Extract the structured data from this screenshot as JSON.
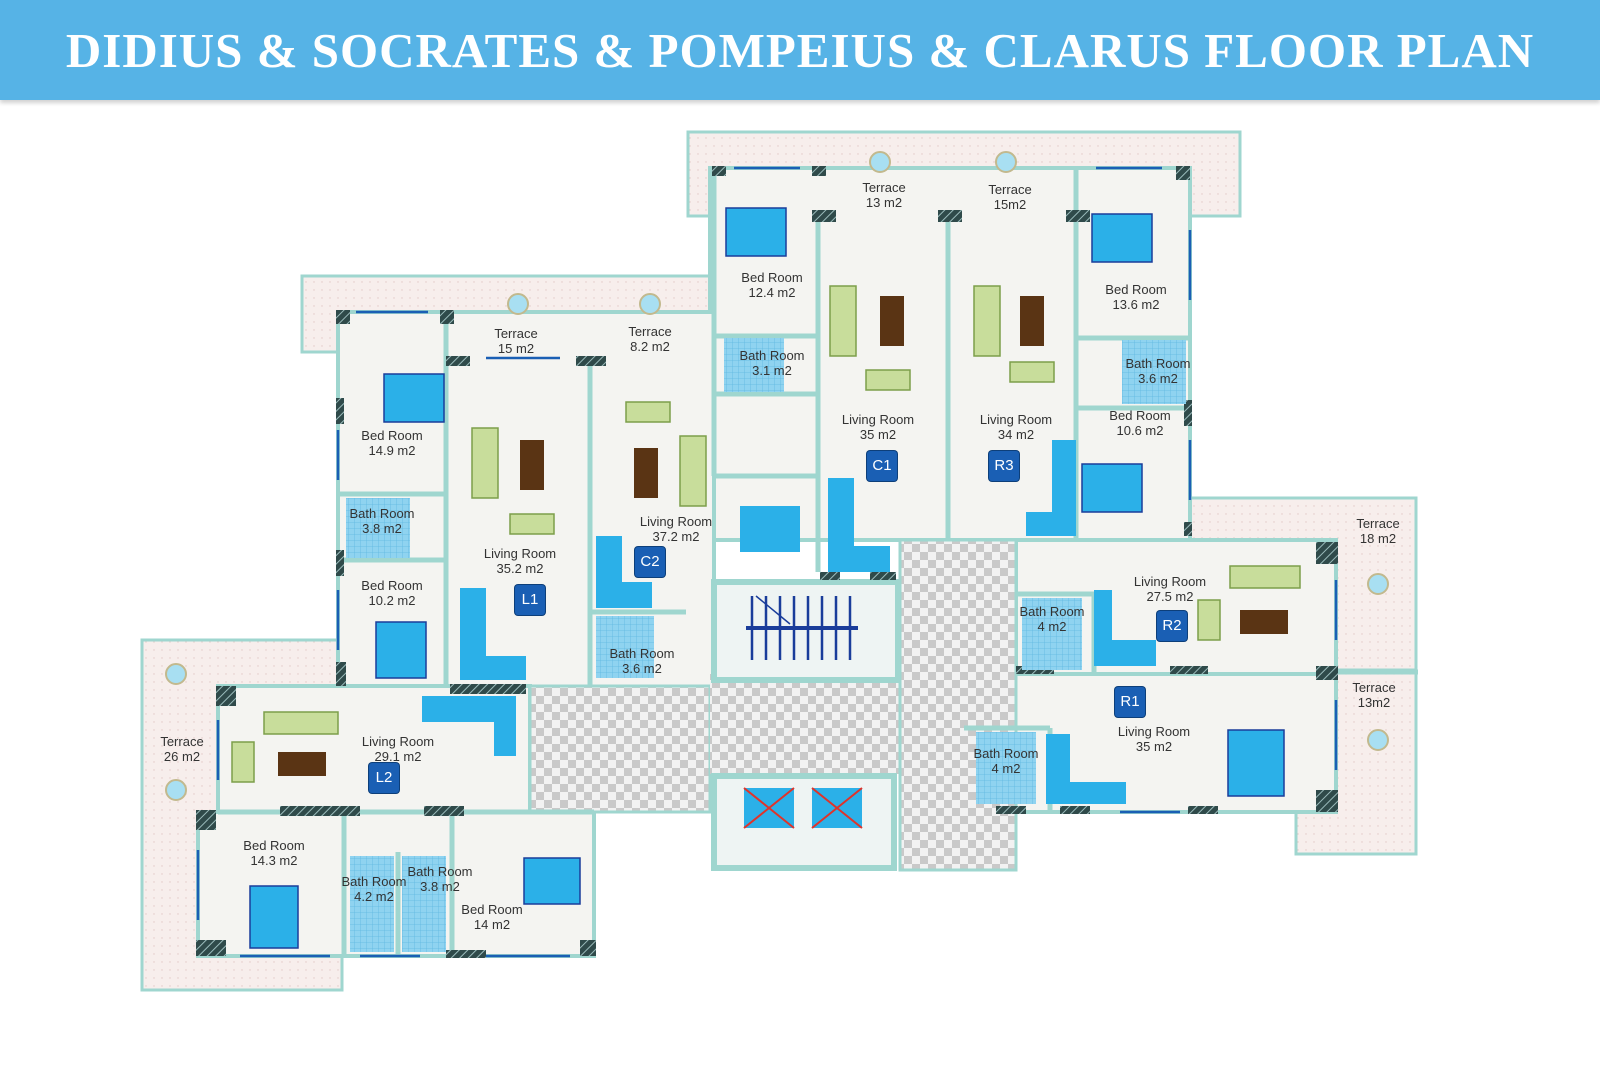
{
  "title": "DIDIUS & SOCRATES & POMPEIUS & CLARUS FLOOR PLAN",
  "colors": {
    "banner": "#56b3e6",
    "wall": "#9fd6cf",
    "terrace": "#f6ecea",
    "kitchen": "#2bb0e8",
    "unit_badge": "#1a5fb4"
  },
  "units": [
    {
      "id": "L1",
      "label": "L1"
    },
    {
      "id": "C2",
      "label": "C2"
    },
    {
      "id": "C1",
      "label": "C1"
    },
    {
      "id": "R3",
      "label": "R3"
    },
    {
      "id": "R2",
      "label": "R2"
    },
    {
      "id": "R1",
      "label": "R1"
    },
    {
      "id": "L2",
      "label": "L2"
    }
  ],
  "rooms": [
    {
      "name": "Terrace",
      "area": "13 m2"
    },
    {
      "name": "Terrace",
      "area": "15m2"
    },
    {
      "name": "Bed Room",
      "area": "12.4 m2"
    },
    {
      "name": "Bed Room",
      "area": "13.6 m2"
    },
    {
      "name": "Terrace",
      "area": "15 m2"
    },
    {
      "name": "Terrace",
      "area": "8.2 m2"
    },
    {
      "name": "Bath Room",
      "area": "3.1 m2"
    },
    {
      "name": "Bath Room",
      "area": "3.6 m2"
    },
    {
      "name": "Bed Room",
      "area": "14.9 m2"
    },
    {
      "name": "Living Room",
      "area": "35  m2"
    },
    {
      "name": "Living Room",
      "area": "34  m2"
    },
    {
      "name": "Bed Room",
      "area": "10.6 m2"
    },
    {
      "name": "Bath Room",
      "area": "3.8 m2"
    },
    {
      "name": "Living Room",
      "area": "37.2 m2"
    },
    {
      "name": "Terrace",
      "area": "18 m2"
    },
    {
      "name": "Living Room",
      "area": "35.2 m2"
    },
    {
      "name": "Bed Room",
      "area": "10.2 m2"
    },
    {
      "name": "Living Room",
      "area": "27.5 m2"
    },
    {
      "name": "Bath Room",
      "area": "4 m2"
    },
    {
      "name": "Bath Room",
      "area": "3.6 m2"
    },
    {
      "name": "Terrace",
      "area": "13m2"
    },
    {
      "name": "Terrace",
      "area": "26 m2"
    },
    {
      "name": "Living Room",
      "area": "29.1 m2"
    },
    {
      "name": "Living Room",
      "area": "35  m2"
    },
    {
      "name": "Bath Room",
      "area": "4 m2"
    },
    {
      "name": "Bed Room",
      "area": "14.3 m2"
    },
    {
      "name": "Bath Room",
      "area": "4.2 m2"
    },
    {
      "name": "Bath Room",
      "area": "3.8 m2"
    },
    {
      "name": "Bed Room",
      "area": "14 m2"
    }
  ]
}
